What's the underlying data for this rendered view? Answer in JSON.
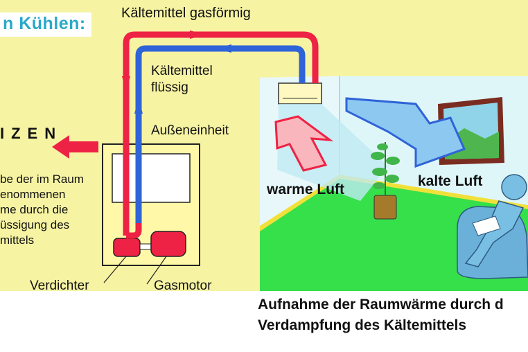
{
  "header": {
    "title": "n Kühlen:"
  },
  "labels": {
    "gas_refrigerant": "Kältemittel gasförmig",
    "liquid_refrigerant_l1": "Kältemittel",
    "liquid_refrigerant_l2": "flüssig",
    "outdoor_unit": "Außeneinheit",
    "heating": "IZEN",
    "heat_release": [
      "be der im Raum",
      "enommenen",
      "me durch die",
      "üssigung des",
      "mittels"
    ],
    "compressor": "Verdichter",
    "gas_engine": "Gasmotor",
    "warm_air": "warme Luft",
    "cold_air": "kalte Luft",
    "absorption_l1": "Aufnahme der Raumwärme durch d",
    "absorption_l2": "Verdampfung des Kältemittels"
  },
  "colors": {
    "background": "#f6f3a3",
    "room_wall": "#dff6f8",
    "floor": "#36e04b",
    "hot_pipe": "#ee2244",
    "cold_pipe": "#2f63d8",
    "title_text": "#29a9c9",
    "unit_fill": "#fef8a8"
  },
  "icons": [
    "red-arrow-left-icon",
    "warm-air-arrow-icon",
    "cold-air-arrow-icon",
    "plant-icon",
    "person-icon",
    "painting-icon",
    "ac-unit-icon"
  ]
}
